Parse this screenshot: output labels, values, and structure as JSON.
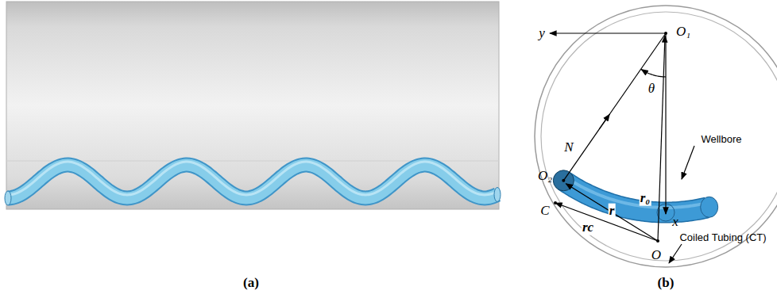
{
  "diagram": {
    "labels": [
      "y",
      "O₁",
      "N",
      "θ",
      "O₂",
      "C",
      "rc",
      "r",
      "r₀",
      "O",
      "x",
      "Wellbore",
      "Coiled Tubing (CT)",
      "(a)",
      "(b)"
    ]
  }
}
